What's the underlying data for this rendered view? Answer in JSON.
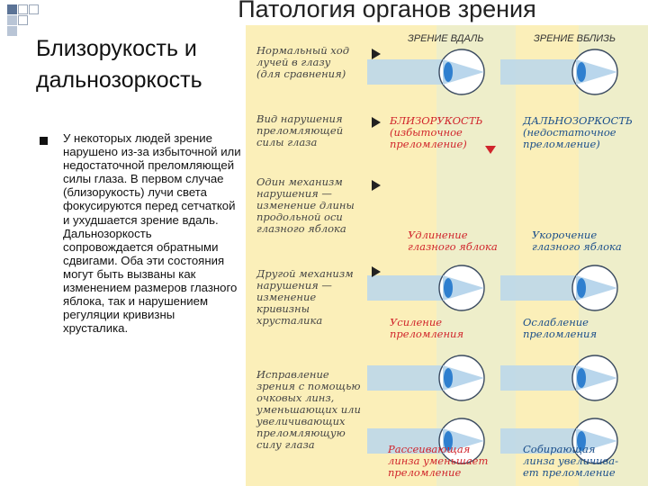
{
  "title": "Патология органов зрения",
  "subtitle_line1": "Близорукость и",
  "subtitle_line2": "дальнозоркость",
  "body": "У некоторых людей зрение нарушено из-за избыточной или недостаточной преломляющей силы глаза. В первом случае (близорукость) лучи света фокусируются перед сетчаткой и ухудшается зрение вдаль. Дальнозоркость сопровождается обратными сдвигами. Оба эти состояния могут быть вызваны как изменением размеров глазного яблока, так и нарушением регуляции кривизны хрусталика.",
  "figure": {
    "header_far": "ЗРЕНИЕ ВДАЛЬ",
    "header_near": "ЗРЕНИЕ ВБЛИЗЬ",
    "row1_label": "Нормальный ход\nлучей в глазу\n(для сравнения)",
    "row2_label": "Вид нарушения\nпреломляющей\nсилы глаза",
    "row2_left": "БЛИЗОРУКОСТЬ\n(избыточное\nпреломление)",
    "row2_right": "ДАЛЬНОЗОРКОСТЬ\n(недостаточное\nпреломление)",
    "row3_label": "Один механизм\nнарушения —\nизменение длины\nпродольной оси\nглазного яблока",
    "row3_left": "Удлинение\nглазного яблока",
    "row3_right": "Укорочение\nглазного яблока",
    "row4_label": "Другой механизм\nнарушения —\nизменение\nкривизны\nхрусталика",
    "row4_left": "Усиление\nпреломления",
    "row4_right": "Ослабление\nпреломления",
    "row5_label": "Исправление\nзрения с помощью\nочковых линз,\nуменьшающих или\nувеличивающих\nпреломляющую\nсилу глаза",
    "row5_left": "Рассеивающая\nлинза уменьшает\nпреломление",
    "row5_right": "Собирающая\nлинза увеличива-\nет преломление"
  }
}
